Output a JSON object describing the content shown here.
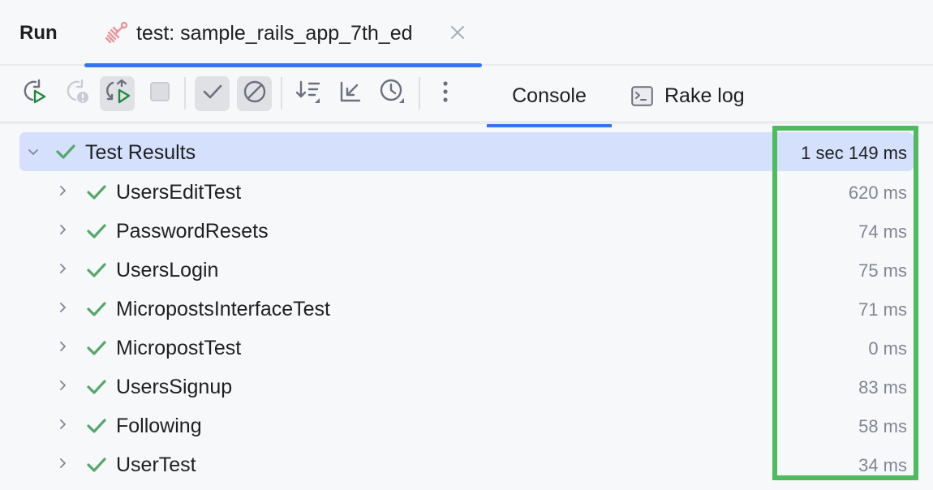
{
  "panel": {
    "title": "Run",
    "tab": {
      "label": "test: sample_rails_app_7th_ed",
      "icon": "rake-test-icon",
      "icon_color": "#e8959b",
      "close_icon": "close-icon"
    }
  },
  "toolbar": {
    "buttons": [
      {
        "name": "rerun",
        "icon": "rerun-icon",
        "active": false,
        "enabled": true
      },
      {
        "name": "rerun-failed",
        "icon": "rerun-failed-icon",
        "active": false,
        "enabled": false
      },
      {
        "name": "toggle-auto-test",
        "icon": "auto-rerun-icon",
        "active": true,
        "enabled": true
      },
      {
        "name": "stop",
        "icon": "stop-icon",
        "active": false,
        "enabled": false
      },
      {
        "name": "show-passed",
        "icon": "check-icon",
        "active": true,
        "enabled": true
      },
      {
        "name": "show-ignored",
        "icon": "ignored-icon",
        "active": true,
        "enabled": true
      },
      {
        "name": "sort",
        "icon": "sort-icon",
        "active": false,
        "enabled": true
      },
      {
        "name": "collapse",
        "icon": "collapse-arrow-icon",
        "active": false,
        "enabled": true
      },
      {
        "name": "test-history",
        "icon": "clock-icon",
        "active": false,
        "enabled": true
      },
      {
        "name": "more",
        "icon": "more-vertical-icon",
        "active": false,
        "enabled": true
      }
    ],
    "view_tabs": [
      {
        "label": "Console",
        "selected": true
      },
      {
        "label": "Rake log",
        "icon": "terminal-icon",
        "selected": false
      }
    ]
  },
  "tree": {
    "root": {
      "label": "Test Results",
      "duration": "1 sec 149 ms",
      "status": "passed",
      "expanded": true,
      "selected": true
    },
    "children": [
      {
        "label": "UsersEditTest",
        "duration": "620 ms",
        "status": "passed"
      },
      {
        "label": "PasswordResets",
        "duration": "74 ms",
        "status": "passed"
      },
      {
        "label": "UsersLogin",
        "duration": "75 ms",
        "status": "passed"
      },
      {
        "label": "MicropostsInterfaceTest",
        "duration": "71 ms",
        "status": "passed"
      },
      {
        "label": "MicropostTest",
        "duration": "0 ms",
        "status": "passed"
      },
      {
        "label": "UsersSignup",
        "duration": "83 ms",
        "status": "passed"
      },
      {
        "label": "Following",
        "duration": "58 ms",
        "status": "passed"
      },
      {
        "label": "UserTest",
        "duration": "34 ms",
        "status": "passed"
      }
    ]
  },
  "colors": {
    "accent": "#3574f0",
    "pass": "#55a76a",
    "selection": "#d5e0fd",
    "annotation_box": "#4fba5e",
    "run_green": "#208a3c"
  }
}
